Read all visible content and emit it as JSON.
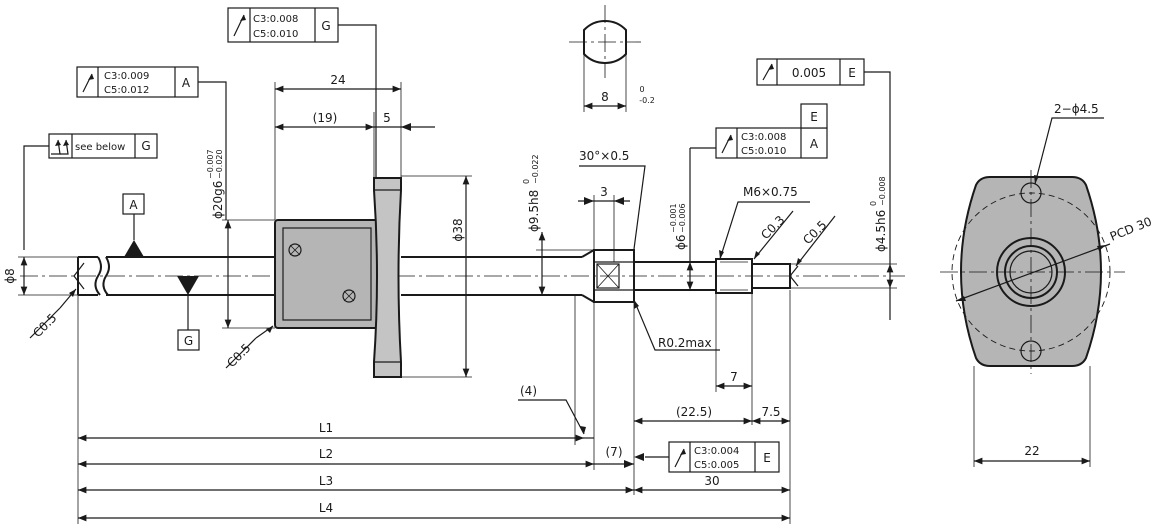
{
  "datums": {
    "a": "A",
    "g": "G",
    "e": "E"
  },
  "tolerance_frames": {
    "top": {
      "c3": "C3:0.008",
      "c5": "C5:0.010",
      "datum": "G"
    },
    "left": {
      "c3": "C3:0.009",
      "c5": "C5:0.012",
      "datum": "A"
    },
    "total_runout": {
      "text": "see below",
      "datum": "G"
    },
    "right_top": {
      "value": "0.005",
      "datum": "E"
    },
    "right_mid": {
      "c3": "C3:0.008",
      "c5": "C5:0.010",
      "datum": "A",
      "datum_above": "E"
    },
    "bottom": {
      "c3": "C3:0.004",
      "c5": "C5:0.005",
      "datum": "E"
    }
  },
  "dimensions": {
    "d24": "24",
    "d19": "(19)",
    "d5": "5",
    "phi8": "ϕ8",
    "phi20": "ϕ20g6",
    "phi20_tol_upper": "−0.007",
    "phi20_tol_lower": "−0.020",
    "phi38": "ϕ38",
    "phi95": "ϕ9.5h8",
    "phi95_tol_upper": "0",
    "phi95_tol_lower": "−0.022",
    "chamfer30": "30°×0.5",
    "d3": "3",
    "phi6": "ϕ6",
    "phi6_tol_upper": "−0.001",
    "phi6_tol_lower": "−0.006",
    "m6": "M6×0.75",
    "c03": "C0.3",
    "c05_right": "C0.5",
    "phi45": "ϕ4.5h6",
    "phi45_tol_upper": "0",
    "phi45_tol_lower": "−0.008",
    "c05_left": "C0.5",
    "c05_nut": "C0.5",
    "r02": "R0.2max",
    "d4": "(4)",
    "d7": "7",
    "d225": "(22.5)",
    "d75": "7.5",
    "d7p": "(7)",
    "d30": "30",
    "d8": "8",
    "d8_tol_upper": "0",
    "d8_tol_lower": "-0.2",
    "holes": "2−ϕ4.5",
    "pcd": "PCD 30",
    "d22": "22"
  },
  "lengths": {
    "l1": "L1",
    "l2": "L2",
    "l3": "L3",
    "l4": "L4"
  },
  "symbols": {
    "runout": "circular-runout-icon",
    "total_runout": "total-runout-icon"
  }
}
